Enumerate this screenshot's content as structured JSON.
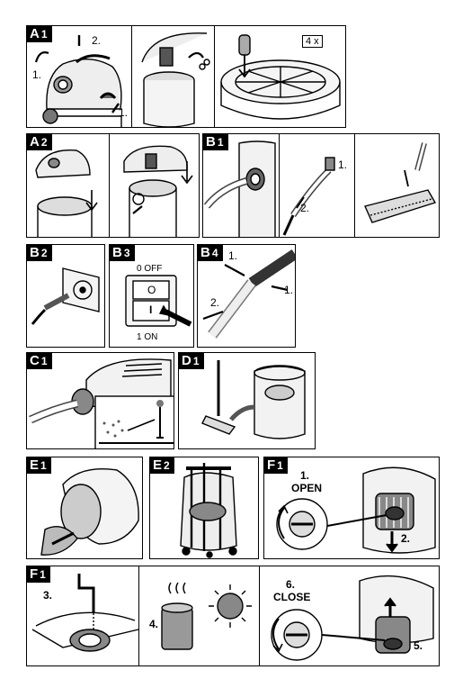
{
  "panels": {
    "a1": {
      "tag": "A",
      "num": "1",
      "labels": [
        "1.",
        "2.",
        "1."
      ],
      "count_badge": "4 x"
    },
    "a2": {
      "tag": "A",
      "num": "2"
    },
    "b1": {
      "tag": "B",
      "num": "1",
      "labels": [
        "1.",
        "2."
      ]
    },
    "b2": {
      "tag": "B",
      "num": "2"
    },
    "b3": {
      "tag": "B",
      "num": "3",
      "off_label": "0 OFF",
      "on_label": "1 ON",
      "switch_top": "O",
      "switch_bottom": "I"
    },
    "b4": {
      "tag": "B",
      "num": "4",
      "labels": [
        "1.",
        "2.",
        "1."
      ]
    },
    "c1": {
      "tag": "C",
      "num": "1"
    },
    "d1": {
      "tag": "D",
      "num": "1"
    },
    "e1": {
      "tag": "E",
      "num": "1"
    },
    "e2": {
      "tag": "E",
      "num": "2"
    },
    "f1": {
      "tag": "F",
      "num": "1",
      "step1": "1.",
      "open": "OPEN",
      "step2": "2."
    },
    "f1b": {
      "tag": "F",
      "num": "1",
      "step3": "3.",
      "step4": "4.",
      "step6": "6.",
      "close": "CLOSE",
      "step5": "5."
    }
  }
}
